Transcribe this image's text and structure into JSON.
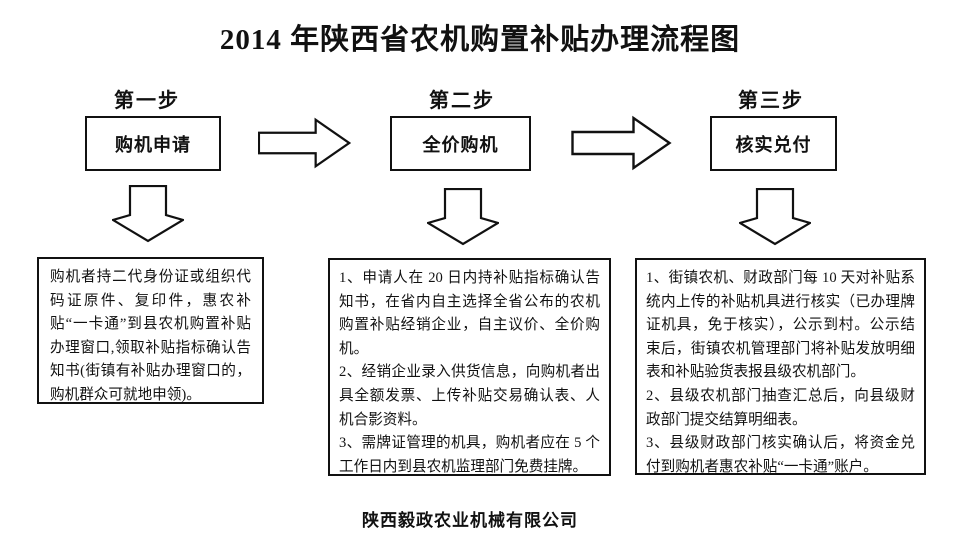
{
  "title": "2014 年陕西省农机购置补贴办理流程图",
  "steps": [
    {
      "label": "第一步",
      "box": "购机申请",
      "detail": "购机者持二代身份证或组织代码证原件、复印件，惠农补贴“一卡通”到县农机购置补贴办理窗口,领取补贴指标确认告知书(街镇有补贴办理窗口的，购机群众可就地申领)。"
    },
    {
      "label": "第二步",
      "box": "全价购机",
      "detail": "1、申请人在 20 日内持补贴指标确认告知书，在省内自主选择全省公布的农机购置补贴经销企业，自主议价、全价购机。\n2、经销企业录入供货信息，向购机者出具全额发票、上传补贴交易确认表、人机合影资料。\n3、需牌证管理的机具，购机者应在 5 个工作日内到县农机监理部门免费挂牌。"
    },
    {
      "label": "第三步",
      "box": "核实兑付",
      "detail": "1、街镇农机、财政部门每 10 天对补贴系统内上传的补贴机具进行核实（已办理牌证机具，免于核实），公示到村。公示结束后，街镇农机管理部门将补贴发放明细表和补贴验货表报县级农机部门。\n2、县级农机部门抽查汇总后，向县级财政部门提交结算明细表。\n3、县级财政部门核实确认后，将资金兑付到购机者惠农补贴“一卡通”账户。"
    }
  ],
  "footer": "陕西毅政农业机械有限公司",
  "colors": {
    "ink": "#111111",
    "background": "#ffffff"
  },
  "icons": {
    "right_arrow": "right-arrow",
    "down_arrow": "down-arrow"
  }
}
